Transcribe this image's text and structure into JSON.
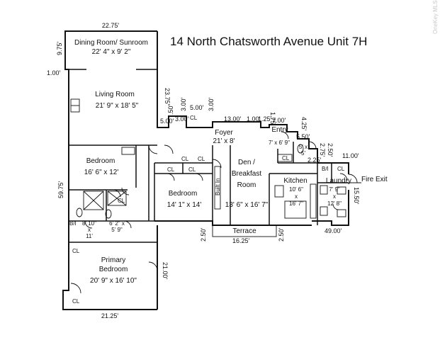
{
  "title": "14 North Chatsworth Avenue Unit 7H",
  "watermark": "OneKey MLS",
  "rooms": {
    "dining_name": "Dining Room/ Sunroom",
    "dining_size": "22' 4\" x 9' 2\"",
    "living_name": "Living Room",
    "living_size": "21' 9\" x 18' 5\"",
    "foyer_name": "Foyer",
    "foyer_size": "21' x 8'",
    "entry_name": "Entry",
    "entry_size": "7' x 6' 9\"",
    "bedroom1_name": "Bedroom",
    "bedroom1_size": "16' 6\" x 12'",
    "bedroom2_name": "Bedroom",
    "bedroom2_size": "14' 1\" x 14'",
    "den_name_1": "Den /",
    "den_name_2": "Breakfast",
    "den_name_3": "Room",
    "den_size": "13' 6\" x 16' 7\"",
    "kitchen_name": "Kitchen",
    "kitchen_size_1": "10' 6\"",
    "kitchen_size_2": "x",
    "kitchen_size_3": "16' 7\"",
    "laundry_name": "Laundry",
    "fire_exit": "Fire Exit",
    "bath1_size_1": "8' 10\"",
    "bath1_size_2": "x",
    "bath1_size_3": "11'",
    "bath2_size_1": "6' 2\" x",
    "bath2_size_2": "5' 9\"",
    "kbath_size_1": "5' x",
    "kbath_size_2": "5'",
    "pantry_size_1": "7' 9\"",
    "pantry_size_2": "x",
    "pantry_size_3": "12' 8\"",
    "primary_name_1": "Primary",
    "primary_name_2": "Bedroom",
    "primary_size": "20' 9\" x 16' 10\"",
    "terrace_name": "Terrace",
    "builtin": "Built In"
  },
  "labels": {
    "cl": "CL",
    "bi": "B/I"
  },
  "dimensions": {
    "top": "22.75'",
    "dining_left": "9.75'",
    "left_step": "1.00'",
    "living_right": "23.75'",
    "d_050": ".50'",
    "d_300a": "3.00'",
    "d_500a": "5.00'",
    "d_300b": "3.00'",
    "d_500b": "5.00'",
    "d_300c": "3.00'",
    "foyer_top": "13.00'",
    "d_100": "1.00'",
    "d_125": "1.25'",
    "d_175": "1.75'",
    "d_700": "7.00'",
    "d_425": "4.25'",
    "d_550": "5.50'",
    "d_275": "2.75'",
    "d_225": "2.25'",
    "d_250": "2.50'",
    "d_1100": "11.00'",
    "left_side": "59.75'",
    "d_1550": "15.50'",
    "bottom_right": "49.00'",
    "terrace_w": "16.25'",
    "terrace_l": "2.50'",
    "terrace_r": "2.50'",
    "primary_right": "21.00'",
    "bottom_left": "21.25'"
  }
}
